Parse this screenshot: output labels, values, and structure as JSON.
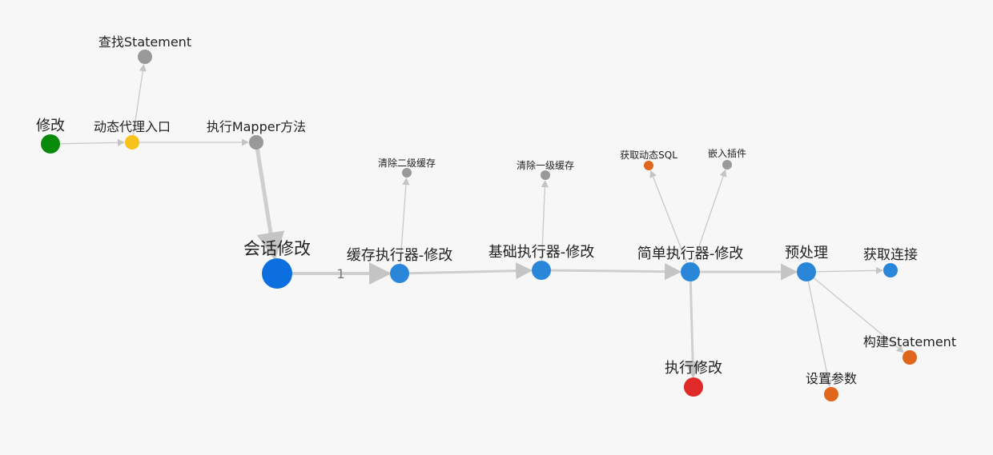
{
  "diagram": {
    "nodes": [
      {
        "id": "n_modify",
        "label": "修改",
        "color": "#0a8a0a"
      },
      {
        "id": "n_proxy",
        "label": "动态代理入口",
        "color": "#f6c21b"
      },
      {
        "id": "n_find_stmt",
        "label": "查找Statement",
        "color": "#999999"
      },
      {
        "id": "n_mapper",
        "label": "执行Mapper方法",
        "color": "#999999"
      },
      {
        "id": "n_session",
        "label": "会话修改",
        "color": "#0b6fe0"
      },
      {
        "id": "n_cache_exec",
        "label": "缓存执行器-修改",
        "color": "#2a86d8"
      },
      {
        "id": "n_clear_l2",
        "label": "清除二级缓存",
        "color": "#999999"
      },
      {
        "id": "n_base_exec",
        "label": "基础执行器-修改",
        "color": "#2a86d8"
      },
      {
        "id": "n_clear_l1",
        "label": "清除一级缓存",
        "color": "#999999"
      },
      {
        "id": "n_simple_exec",
        "label": "简单执行器-修改",
        "color": "#2a86d8"
      },
      {
        "id": "n_dyn_sql",
        "label": "获取动态SQL",
        "color": "#e0661b"
      },
      {
        "id": "n_plugin",
        "label": "嵌入插件",
        "color": "#999999"
      },
      {
        "id": "n_prepare",
        "label": "预处理",
        "color": "#2a86d8"
      },
      {
        "id": "n_get_conn",
        "label": "获取连接",
        "color": "#2a86d8"
      },
      {
        "id": "n_build_stmt",
        "label": "构建Statement",
        "color": "#e0661b"
      },
      {
        "id": "n_set_params",
        "label": "设置参数",
        "color": "#e0661b"
      },
      {
        "id": "n_exec_modify",
        "label": "执行修改",
        "color": "#e02a2a"
      }
    ],
    "edges": [
      {
        "from": "n_modify",
        "to": "n_proxy",
        "label": ""
      },
      {
        "from": "n_proxy",
        "to": "n_find_stmt",
        "label": ""
      },
      {
        "from": "n_proxy",
        "to": "n_mapper",
        "label": ""
      },
      {
        "from": "n_mapper",
        "to": "n_session",
        "label": ""
      },
      {
        "from": "n_session",
        "to": "n_cache_exec",
        "label": "1"
      },
      {
        "from": "n_cache_exec",
        "to": "n_clear_l2",
        "label": ""
      },
      {
        "from": "n_cache_exec",
        "to": "n_base_exec",
        "label": ""
      },
      {
        "from": "n_base_exec",
        "to": "n_clear_l1",
        "label": ""
      },
      {
        "from": "n_base_exec",
        "to": "n_simple_exec",
        "label": ""
      },
      {
        "from": "n_simple_exec",
        "to": "n_dyn_sql",
        "label": ""
      },
      {
        "from": "n_simple_exec",
        "to": "n_plugin",
        "label": ""
      },
      {
        "from": "n_simple_exec",
        "to": "n_prepare",
        "label": ""
      },
      {
        "from": "n_simple_exec",
        "to": "n_exec_modify",
        "label": ""
      },
      {
        "from": "n_prepare",
        "to": "n_get_conn",
        "label": ""
      },
      {
        "from": "n_prepare",
        "to": "n_build_stmt",
        "label": ""
      },
      {
        "from": "n_prepare",
        "to": "n_set_params",
        "label": ""
      }
    ]
  }
}
